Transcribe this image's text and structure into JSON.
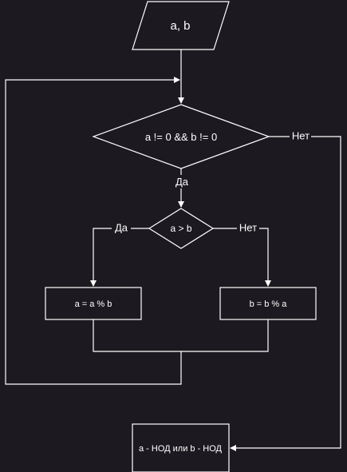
{
  "colors": {
    "background": "#1c1a20",
    "stroke": "#ffffff",
    "text": "#ffffff"
  },
  "nodes": {
    "input": "a, b",
    "loop_condition": "a != 0 && b != 0",
    "compare": "a > b",
    "left_process": "a = a % b",
    "right_process": "b = b % a",
    "output": "a - НОД или b - НОД"
  },
  "edge_labels": {
    "loop_yes": "Да",
    "loop_no": "Нет",
    "compare_yes": "Да",
    "compare_no": "Нет"
  }
}
